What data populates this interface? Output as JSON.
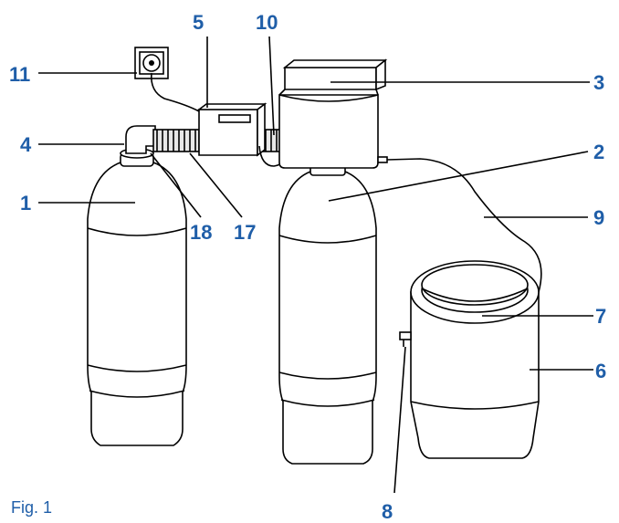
{
  "caption": "Fig. 1",
  "labels": {
    "l1": "1",
    "l2": "2",
    "l3": "3",
    "l4": "4",
    "l5": "5",
    "l6": "6",
    "l7": "7",
    "l8": "8",
    "l9": "9",
    "l10": "10",
    "l11": "11",
    "l17": "17",
    "l18": "18"
  },
  "colors": {
    "label": "#1f5ea8",
    "outline": "#000000"
  }
}
